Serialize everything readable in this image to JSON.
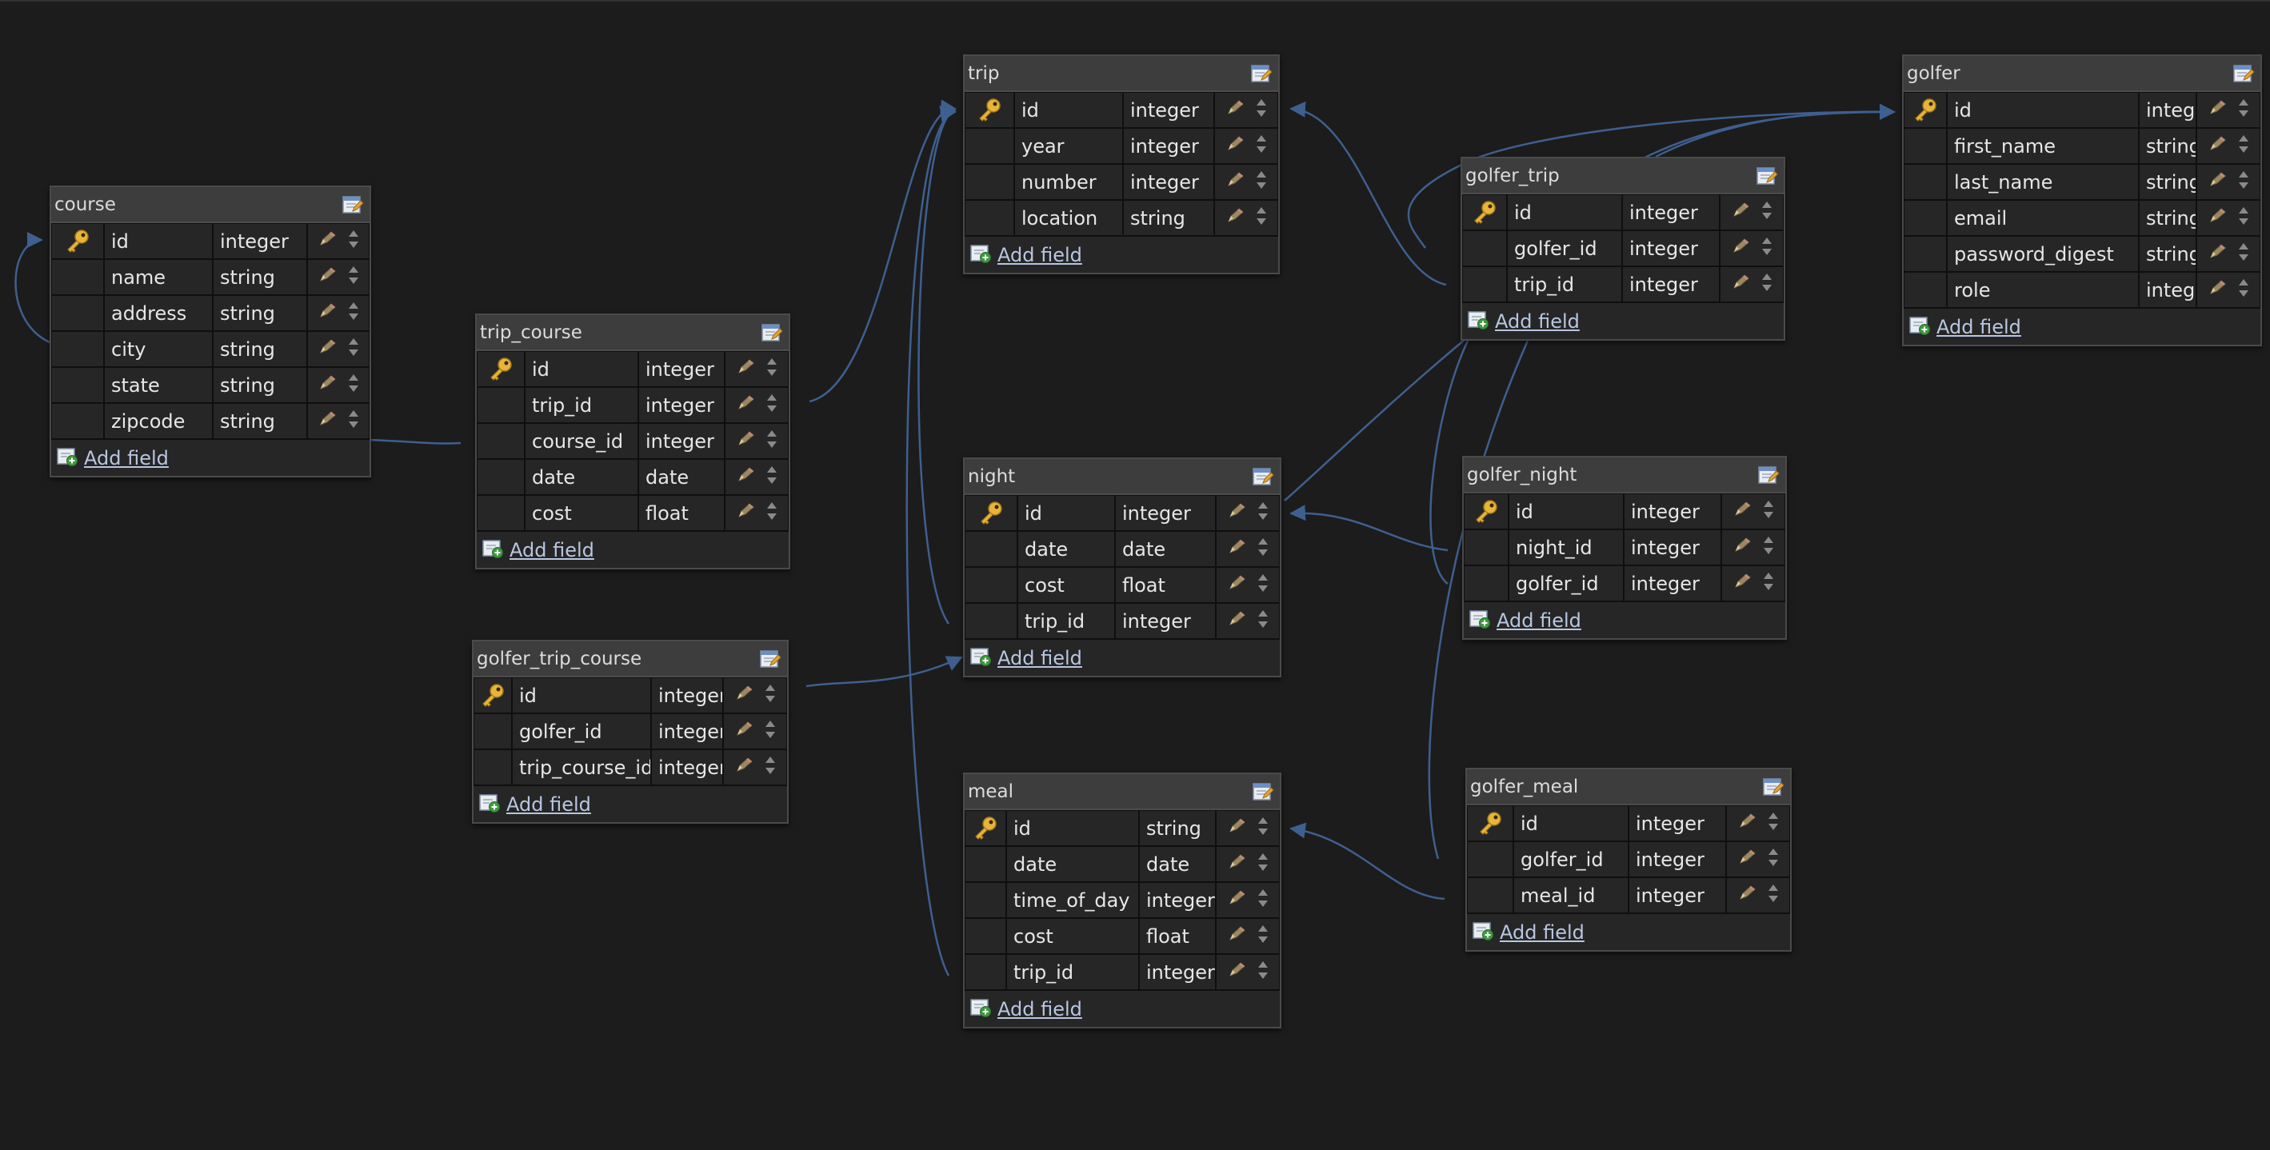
{
  "add_field_label": "Add field",
  "colors": {
    "background": "#1c1c1c",
    "table_header": "#3d3d3d",
    "row_background": "#262626",
    "connector": "#3e5f8f",
    "link": "#b8c6e0"
  },
  "tables": [
    {
      "id": "course",
      "name": "course",
      "fields": [
        {
          "name": "id",
          "type": "integer",
          "primary_key": true
        },
        {
          "name": "name",
          "type": "string"
        },
        {
          "name": "address",
          "type": "string"
        },
        {
          "name": "city",
          "type": "string"
        },
        {
          "name": "state",
          "type": "string"
        },
        {
          "name": "zipcode",
          "type": "string"
        }
      ]
    },
    {
      "id": "trip_course",
      "name": "trip_course",
      "fields": [
        {
          "name": "id",
          "type": "integer",
          "primary_key": true
        },
        {
          "name": "trip_id",
          "type": "integer"
        },
        {
          "name": "course_id",
          "type": "integer"
        },
        {
          "name": "date",
          "type": "date"
        },
        {
          "name": "cost",
          "type": "float"
        }
      ]
    },
    {
      "id": "golfer_trip_course",
      "name": "golfer_trip_course",
      "fields": [
        {
          "name": "id",
          "type": "integer",
          "primary_key": true
        },
        {
          "name": "golfer_id",
          "type": "integer"
        },
        {
          "name": "trip_course_id",
          "type": "integer"
        }
      ]
    },
    {
      "id": "trip",
      "name": "trip",
      "fields": [
        {
          "name": "id",
          "type": "integer",
          "primary_key": true
        },
        {
          "name": "year",
          "type": "integer"
        },
        {
          "name": "number",
          "type": "integer"
        },
        {
          "name": "location",
          "type": "string"
        }
      ]
    },
    {
      "id": "night",
      "name": "night",
      "fields": [
        {
          "name": "id",
          "type": "integer",
          "primary_key": true
        },
        {
          "name": "date",
          "type": "date"
        },
        {
          "name": "cost",
          "type": "float"
        },
        {
          "name": "trip_id",
          "type": "integer"
        }
      ]
    },
    {
      "id": "meal",
      "name": "meal",
      "fields": [
        {
          "name": "id",
          "type": "string",
          "primary_key": true
        },
        {
          "name": "date",
          "type": "date"
        },
        {
          "name": "time_of_day",
          "type": "integer"
        },
        {
          "name": "cost",
          "type": "float"
        },
        {
          "name": "trip_id",
          "type": "integer"
        }
      ]
    },
    {
      "id": "golfer_trip",
      "name": "golfer_trip",
      "fields": [
        {
          "name": "id",
          "type": "integer",
          "primary_key": true
        },
        {
          "name": "golfer_id",
          "type": "integer"
        },
        {
          "name": "trip_id",
          "type": "integer"
        }
      ]
    },
    {
      "id": "golfer_night",
      "name": "golfer_night",
      "fields": [
        {
          "name": "id",
          "type": "integer",
          "primary_key": true
        },
        {
          "name": "night_id",
          "type": "integer"
        },
        {
          "name": "golfer_id",
          "type": "integer"
        }
      ]
    },
    {
      "id": "golfer_meal",
      "name": "golfer_meal",
      "fields": [
        {
          "name": "id",
          "type": "integer",
          "primary_key": true
        },
        {
          "name": "golfer_id",
          "type": "integer"
        },
        {
          "name": "meal_id",
          "type": "integer"
        }
      ]
    },
    {
      "id": "golfer",
      "name": "golfer",
      "fields": [
        {
          "name": "id",
          "type": "integer",
          "primary_key": true
        },
        {
          "name": "first_name",
          "type": "string"
        },
        {
          "name": "last_name",
          "type": "string"
        },
        {
          "name": "email",
          "type": "string"
        },
        {
          "name": "password_digest",
          "type": "string"
        },
        {
          "name": "role",
          "type": "integer"
        }
      ]
    }
  ]
}
